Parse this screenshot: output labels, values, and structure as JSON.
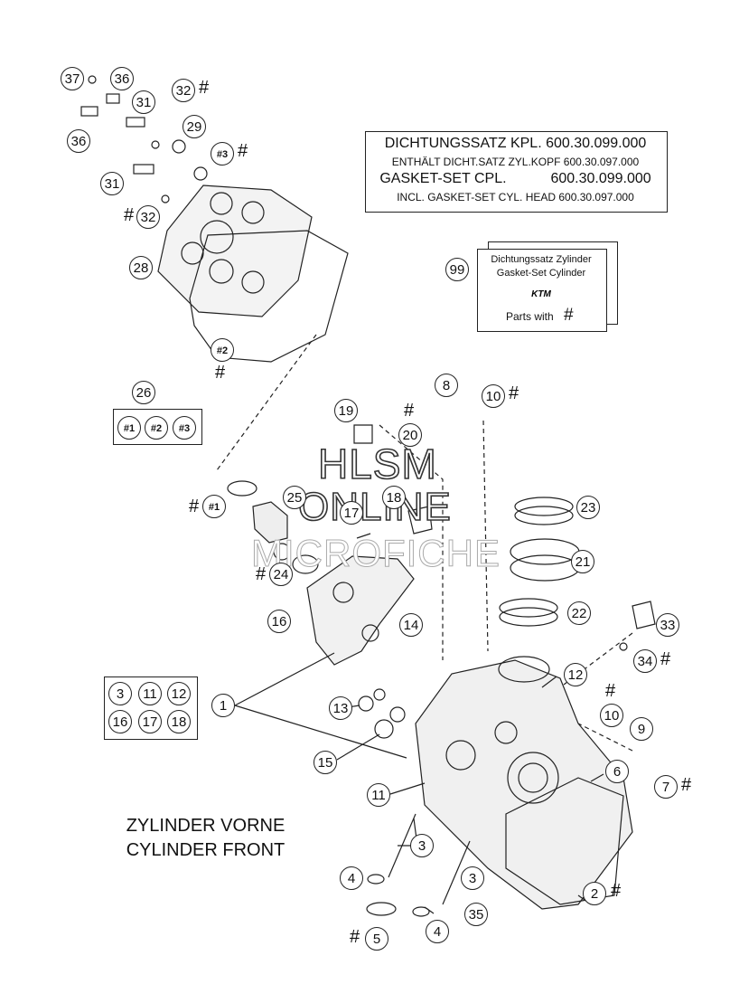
{
  "gasket_box": {
    "line1": "DICHTUNGSSATZ KPL. 600.30.099.000",
    "line2": "ENTHÄLT DICHT.SATZ ZYL.KOPF 600.30.097.000",
    "line3": "GASKET-SET CPL.           600.30.099.000",
    "line4": "INCL. GASKET-SET CYL. HEAD 600.30.097.000"
  },
  "kit_box": {
    "ref": "99",
    "line1": "Dichtungssatz Zylinder",
    "line2": "Gasket-Set Cylinder",
    "brand": "KTM",
    "line3": "Parts with",
    "hash": "#"
  },
  "caption": {
    "line1": "ZYLINDER VORNE",
    "line2": "CYLINDER FRONT"
  },
  "watermark": {
    "line1": "HLSM",
    "line2": "ONLINE",
    "line3": "MICROFICHE"
  },
  "group_26": {
    "ref": "26",
    "items": [
      "#1",
      "#2",
      "#3"
    ]
  },
  "group_1": {
    "ref": "1",
    "items": [
      "3",
      "11",
      "12",
      "16",
      "17",
      "18"
    ]
  },
  "callouts": [
    {
      "id": "37",
      "label": "37"
    },
    {
      "id": "36a",
      "label": "36"
    },
    {
      "id": "36b",
      "label": "36"
    },
    {
      "id": "31a",
      "label": "31"
    },
    {
      "id": "32a",
      "label": "32"
    },
    {
      "id": "29",
      "label": "29"
    },
    {
      "id": "h3",
      "label": "#3"
    },
    {
      "id": "31b",
      "label": "31"
    },
    {
      "id": "32b",
      "label": "32"
    },
    {
      "id": "28",
      "label": "28"
    },
    {
      "id": "h2",
      "label": "#2"
    },
    {
      "id": "8",
      "label": "8"
    },
    {
      "id": "10a",
      "label": "10"
    },
    {
      "id": "19",
      "label": "19"
    },
    {
      "id": "20",
      "label": "20"
    },
    {
      "id": "h1",
      "label": "#1"
    },
    {
      "id": "25",
      "label": "25"
    },
    {
      "id": "18",
      "label": "18"
    },
    {
      "id": "17",
      "label": "17"
    },
    {
      "id": "23",
      "label": "23"
    },
    {
      "id": "24",
      "label": "24"
    },
    {
      "id": "21",
      "label": "21"
    },
    {
      "id": "16",
      "label": "16"
    },
    {
      "id": "22",
      "label": "22"
    },
    {
      "id": "14",
      "label": "14"
    },
    {
      "id": "33",
      "label": "33"
    },
    {
      "id": "34",
      "label": "34"
    },
    {
      "id": "12",
      "label": "12"
    },
    {
      "id": "13",
      "label": "13"
    },
    {
      "id": "10b",
      "label": "10"
    },
    {
      "id": "9",
      "label": "9"
    },
    {
      "id": "15",
      "label": "15"
    },
    {
      "id": "6",
      "label": "6"
    },
    {
      "id": "7",
      "label": "7"
    },
    {
      "id": "11",
      "label": "11"
    },
    {
      "id": "3a",
      "label": "3"
    },
    {
      "id": "3b",
      "label": "3"
    },
    {
      "id": "4a",
      "label": "4"
    },
    {
      "id": "2",
      "label": "2"
    },
    {
      "id": "35",
      "label": "35"
    },
    {
      "id": "5",
      "label": "5"
    },
    {
      "id": "4b",
      "label": "4"
    }
  ],
  "hash_mark": "#"
}
